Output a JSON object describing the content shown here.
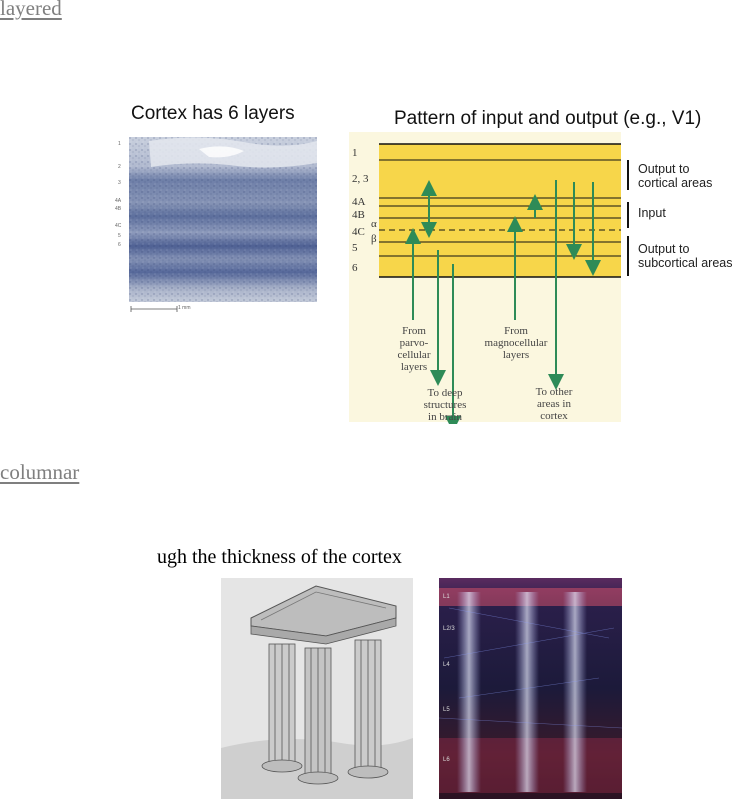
{
  "sections": {
    "layered_link": "layered",
    "columnar_link": "columnar"
  },
  "layers_figure": {
    "title": "Cortex has 6 layers",
    "histology_labels": [
      "1",
      "2",
      "3",
      "4A",
      "4B",
      "4C",
      "5",
      "6"
    ],
    "scale_bar": "1 mm"
  },
  "io_figure": {
    "title": "Pattern of input and output (e.g., V1)",
    "layer_labels": [
      "1",
      "2, 3",
      "4A",
      "4B",
      "4C",
      "α",
      "β",
      "5",
      "6"
    ],
    "output_cortical": [
      "Output to",
      "cortical areas"
    ],
    "input": "Input",
    "output_subcortical": [
      "Output to",
      "subcortical areas"
    ],
    "from_parvo": [
      "From",
      "parvo-",
      "cellular",
      "layers"
    ],
    "to_deep": [
      "To deep",
      "structures",
      "in brain"
    ],
    "from_magno": [
      "From",
      "magnocellular",
      "layers"
    ],
    "to_other": [
      "To other",
      "areas in",
      "cortex"
    ],
    "colors": {
      "band": "#f7d64a",
      "arrow": "#2e8b57",
      "paper": "#fbf7df"
    }
  },
  "columnar": {
    "caption": "ugh the thickness of the cortex",
    "simulation_labels": [
      "L1",
      "L2/3",
      "L4",
      "L5",
      "L6"
    ]
  }
}
